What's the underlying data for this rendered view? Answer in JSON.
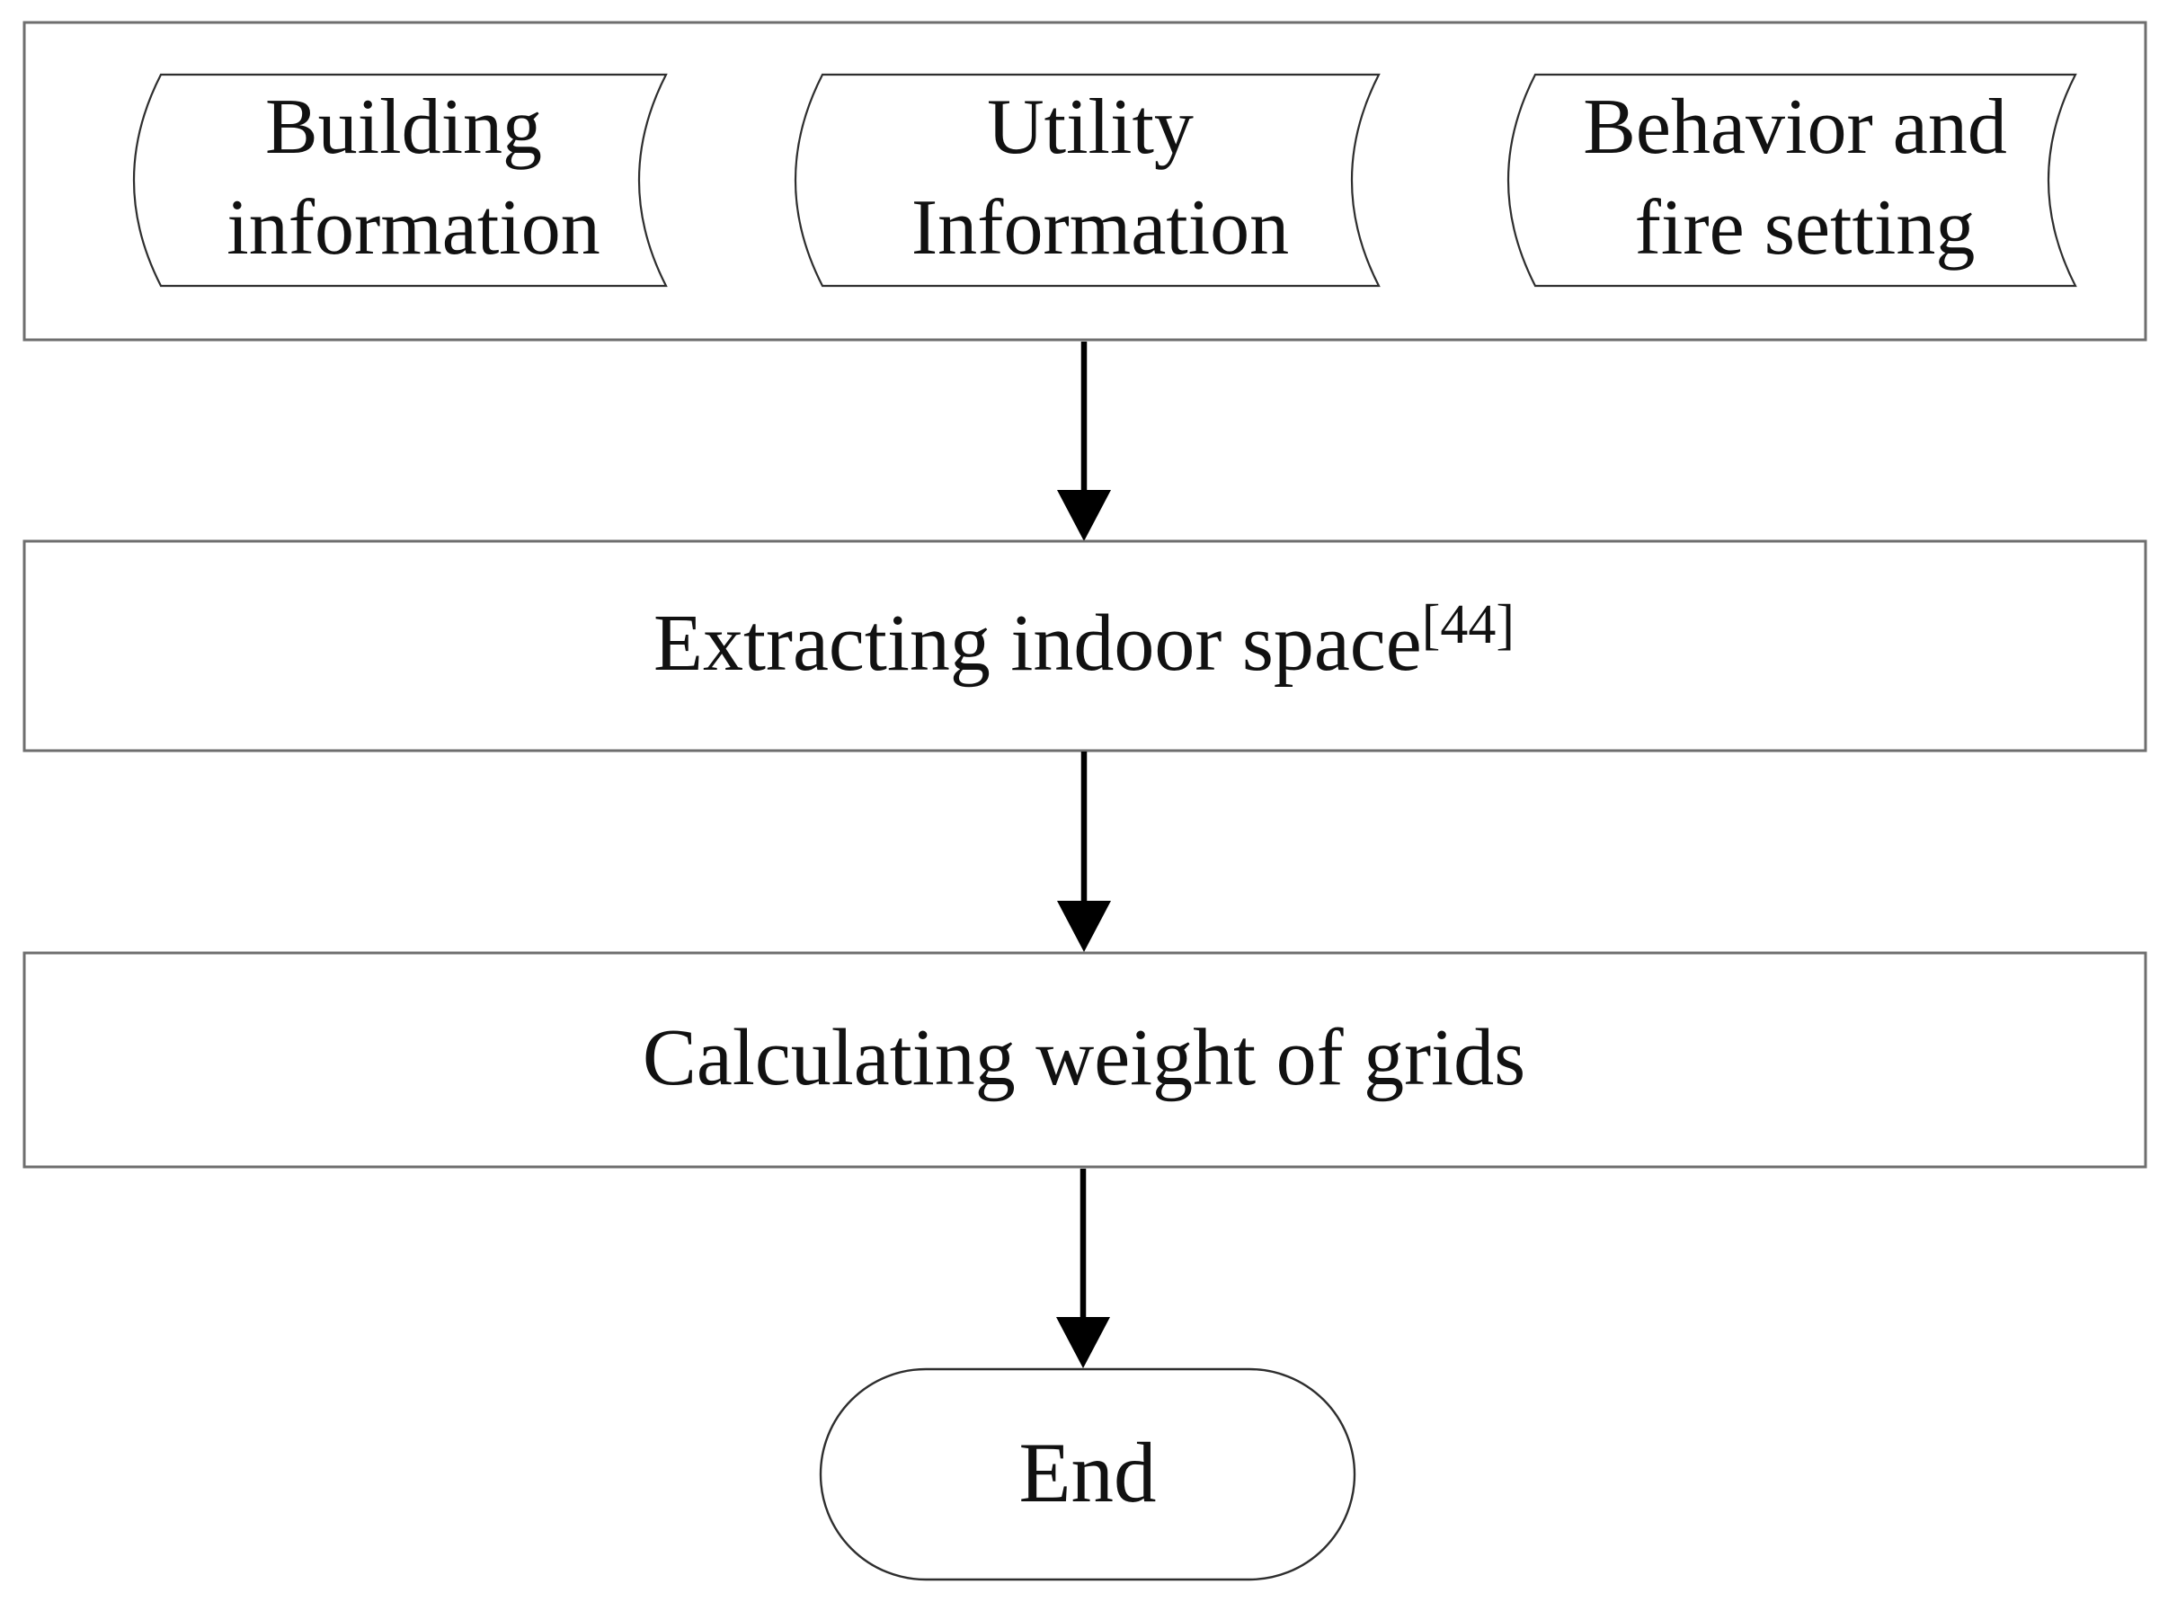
{
  "diagram": {
    "type": "flowchart",
    "background_color": "#ffffff",
    "box_border_color": "#6e6e6e",
    "shape_border_color": "#2e2e2e",
    "arrow_color": "#000000",
    "text_color": "#111111",
    "inputs": {
      "container_shape": "rectangle",
      "items": [
        {
          "shape": "stored-data",
          "line1": "Building",
          "line2": "information"
        },
        {
          "shape": "stored-data",
          "line1": "Utility",
          "line2": "Information"
        },
        {
          "shape": "stored-data",
          "line1": "Behavior and",
          "line2": "fire setting"
        }
      ]
    },
    "process1": {
      "shape": "process",
      "label": "Extracting indoor space",
      "citation": "[44]"
    },
    "process2": {
      "shape": "process",
      "label": "Calculating weight of grids"
    },
    "terminator": {
      "shape": "terminator",
      "label": "End"
    }
  }
}
